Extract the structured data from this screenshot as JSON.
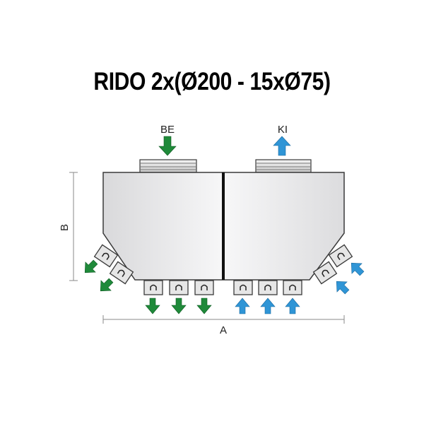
{
  "title": "RIDO 2x(Ø200 - 15xØ75)",
  "labels": {
    "inlet": "BE",
    "outlet": "KI",
    "height_dim": "B",
    "width_dim": "A"
  },
  "colors": {
    "supply_arrow": "#1f8a3a",
    "return_arrow": "#2f95d6",
    "outline": "#3a3a3a",
    "body_fill": "#e9e9ea",
    "dimension_line": "#8a8a8a"
  },
  "icons": {
    "inlet_arrow": "arrow-down-icon",
    "outlet_arrow": "arrow-up-icon",
    "port": "port-icon"
  },
  "ports": {
    "left_side_count": 2,
    "left_bottom_count": 3,
    "right_bottom_count": 3,
    "right_side_count": 2
  }
}
